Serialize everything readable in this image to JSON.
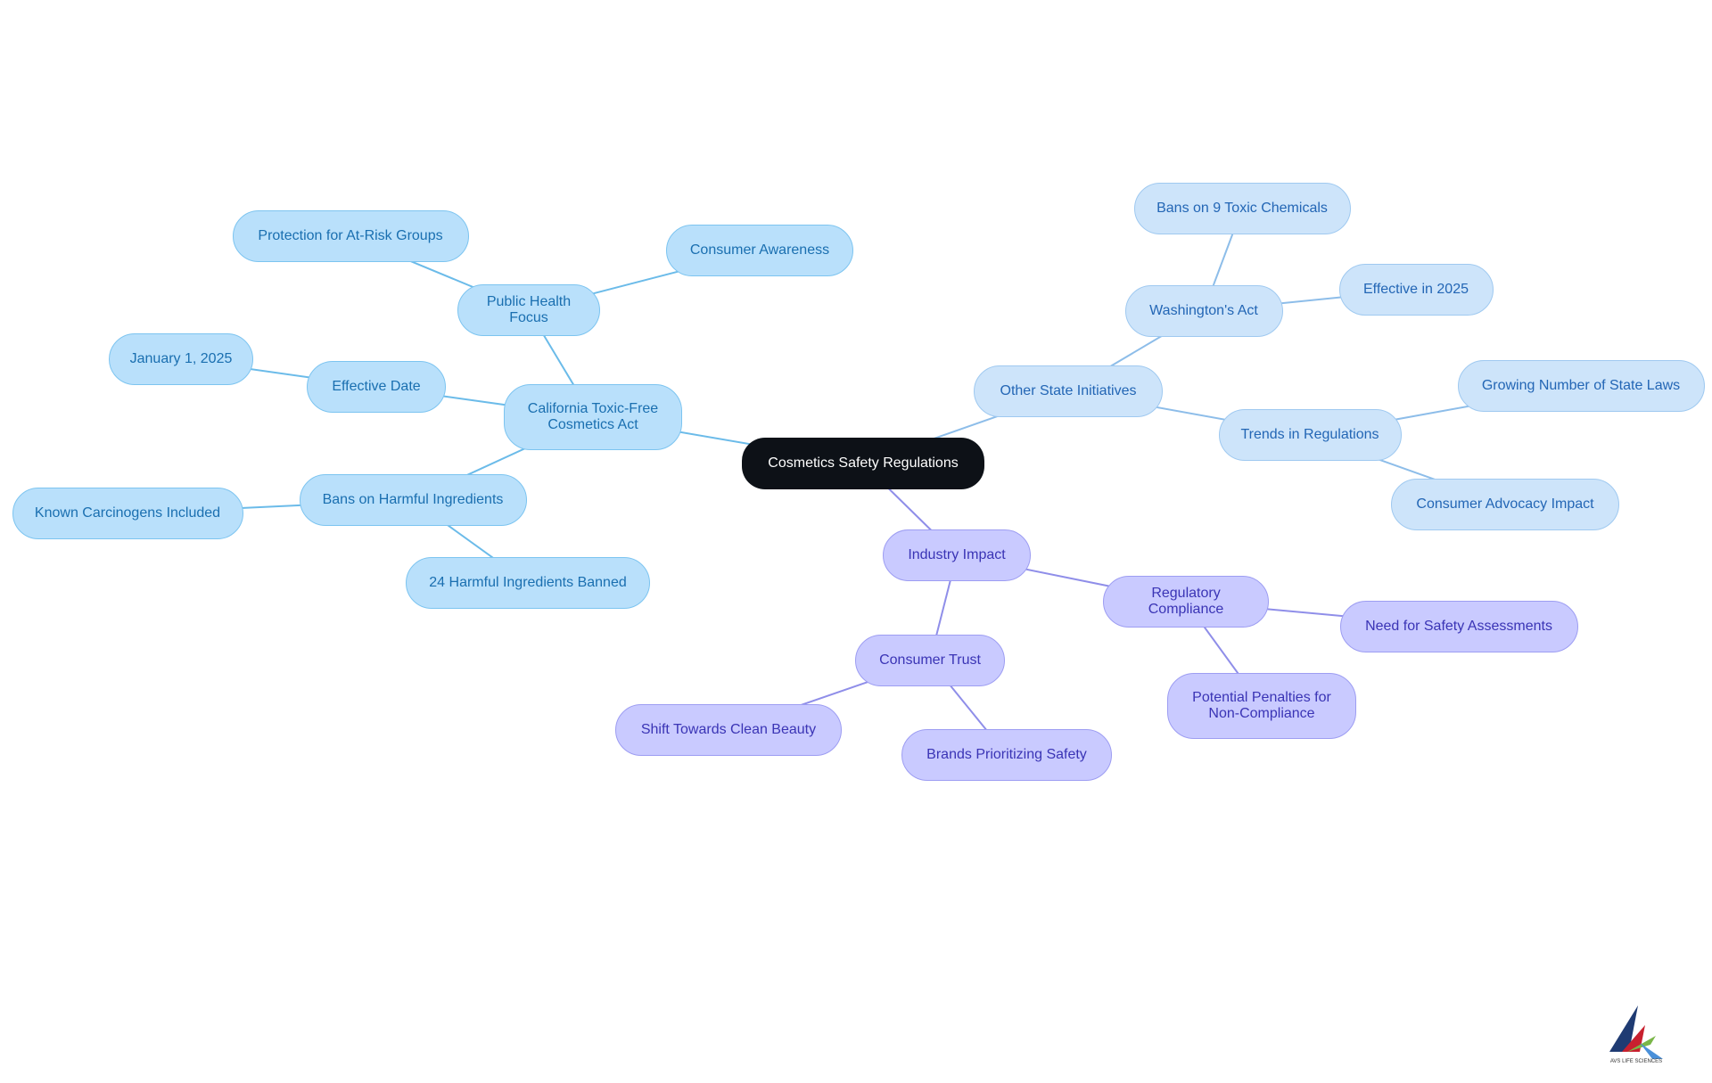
{
  "root": {
    "label": "Cosmetics Safety Regulations"
  },
  "branches": [
    {
      "key": "california",
      "label": "California Toxic-Free\nCosmetics Act",
      "children": [
        {
          "key": "public-health",
          "label": "Public Health Focus",
          "children": [
            {
              "key": "at-risk",
              "label": "Protection for At-Risk Groups"
            },
            {
              "key": "awareness",
              "label": "Consumer Awareness"
            }
          ]
        },
        {
          "key": "effective-date",
          "label": "Effective Date",
          "children": [
            {
              "key": "jan-2025",
              "label": "January 1, 2025"
            }
          ]
        },
        {
          "key": "bans",
          "label": "Bans on Harmful Ingredients",
          "children": [
            {
              "key": "carcinogens",
              "label": "Known Carcinogens Included"
            },
            {
              "key": "24-banned",
              "label": "24 Harmful Ingredients Banned"
            }
          ]
        }
      ]
    },
    {
      "key": "other-states",
      "label": "Other State Initiatives",
      "children": [
        {
          "key": "washington",
          "label": "Washington's Act",
          "children": [
            {
              "key": "nine-chemicals",
              "label": "Bans on 9 Toxic Chemicals"
            },
            {
              "key": "effective-2025",
              "label": "Effective in 2025"
            }
          ]
        },
        {
          "key": "trends",
          "label": "Trends in Regulations",
          "children": [
            {
              "key": "state-laws",
              "label": "Growing Number of State Laws"
            },
            {
              "key": "advocacy",
              "label": "Consumer Advocacy Impact"
            }
          ]
        }
      ]
    },
    {
      "key": "industry",
      "label": "Industry Impact",
      "children": [
        {
          "key": "compliance",
          "label": "Regulatory Compliance",
          "children": [
            {
              "key": "assessments",
              "label": "Need for Safety Assessments"
            },
            {
              "key": "penalties",
              "label": "Potential Penalties for\nNon-Compliance"
            }
          ]
        },
        {
          "key": "trust",
          "label": "Consumer Trust",
          "children": [
            {
              "key": "clean-beauty",
              "label": "Shift Towards Clean Beauty"
            },
            {
              "key": "brands-safety",
              "label": "Brands Prioritizing Safety"
            }
          ]
        }
      ]
    }
  ],
  "colors": {
    "root_fill": "#0d1117",
    "root_text": "#ffffff",
    "branches": {
      "california": {
        "fill": "#b9e0fb",
        "stroke": "#7cc4f0",
        "text": "#1a6fb0",
        "line": "#6bbbe9"
      },
      "other-states": {
        "fill": "#cde4fa",
        "stroke": "#9fc9f0",
        "text": "#2366b5",
        "line": "#8dbde9"
      },
      "industry": {
        "fill": "#c9caff",
        "stroke": "#9d9df2",
        "text": "#3a34b5",
        "line": "#8f8ee9"
      }
    }
  },
  "logo": {
    "text": "AVS LIFE SCIENCES"
  }
}
